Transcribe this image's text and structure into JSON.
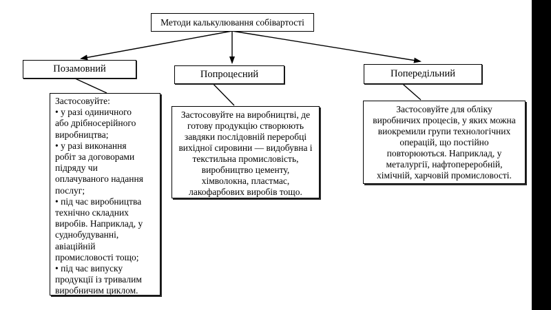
{
  "diagram": {
    "title": "Методи калькулювання собівартості",
    "branches": [
      {
        "label": "Позамовний",
        "description": "Застосовуйте:\n• у разі одиничного\nабо дрібносерійного\nвиробництва;\n• у разі виконання\nробіт за договорами\nпідряду чи\nоплачуваного надання\nпослуг;\n• під час виробництва\nтехнічно складних\nвиробів. Наприклад, у\nсуднобудуванні,\nавіаційній\nпромисловості тощо;\n• під час випуску\nпродукції із тривалим\nвиробничим циклом."
      },
      {
        "label": "Попроцесний",
        "description": "Застосовуйте на виробництві, де\nготову продукцію створюють\nзавдяки послідовній переробці\nвихідної сировини — видобувна і\nтекстильна промисловість,\nвиробництво цементу,\nхімволокна, пластмас,\nлакофарбових виробів тощо."
      },
      {
        "label": "Попередільний",
        "description": "Застосовуйте для обліку\nвиробничих процесів, у яких можна\nвиокремили групи технологічних\nоперацій, що постійно\nповторюються. Наприклад, у\nметалургії, нафтопереробній,\nхімічній, харчовій промисловості."
      }
    ],
    "colors": {
      "ink": "#000000",
      "box_background": "#ffffff",
      "page_background": "#ffffff",
      "right_side_bar": "#000000"
    }
  }
}
